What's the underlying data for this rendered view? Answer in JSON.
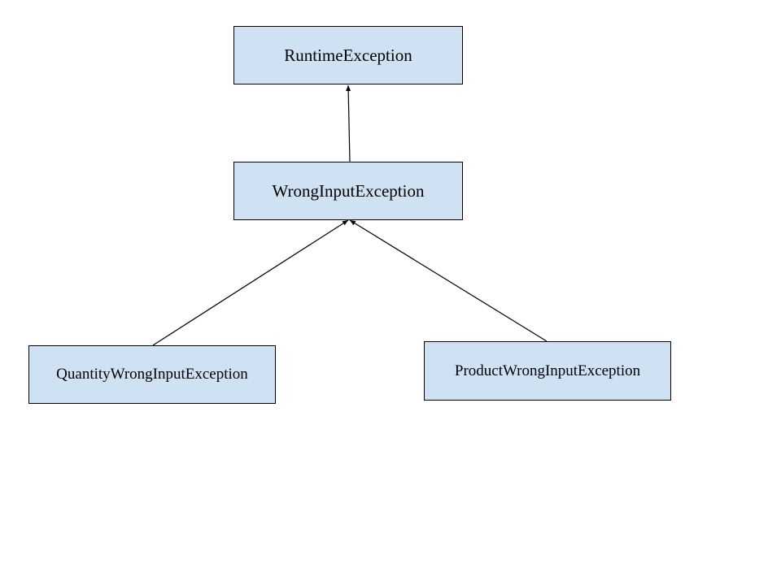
{
  "diagram": {
    "box_fill": "#cfe2f3",
    "line_color": "#000000",
    "nodes": [
      {
        "id": "runtime",
        "label": "RuntimeException"
      },
      {
        "id": "wrong",
        "label": "WrongInputException"
      },
      {
        "id": "quantity",
        "label": "QuantityWrongInputException"
      },
      {
        "id": "product",
        "label": "ProductWrongInputException"
      }
    ],
    "edges": [
      {
        "from": "wrong",
        "to": "runtime",
        "type": "inheritance-arrow"
      },
      {
        "from": "quantity",
        "to": "wrong",
        "type": "inheritance-arrow"
      },
      {
        "from": "product",
        "to": "wrong",
        "type": "inheritance-arrow"
      }
    ]
  }
}
